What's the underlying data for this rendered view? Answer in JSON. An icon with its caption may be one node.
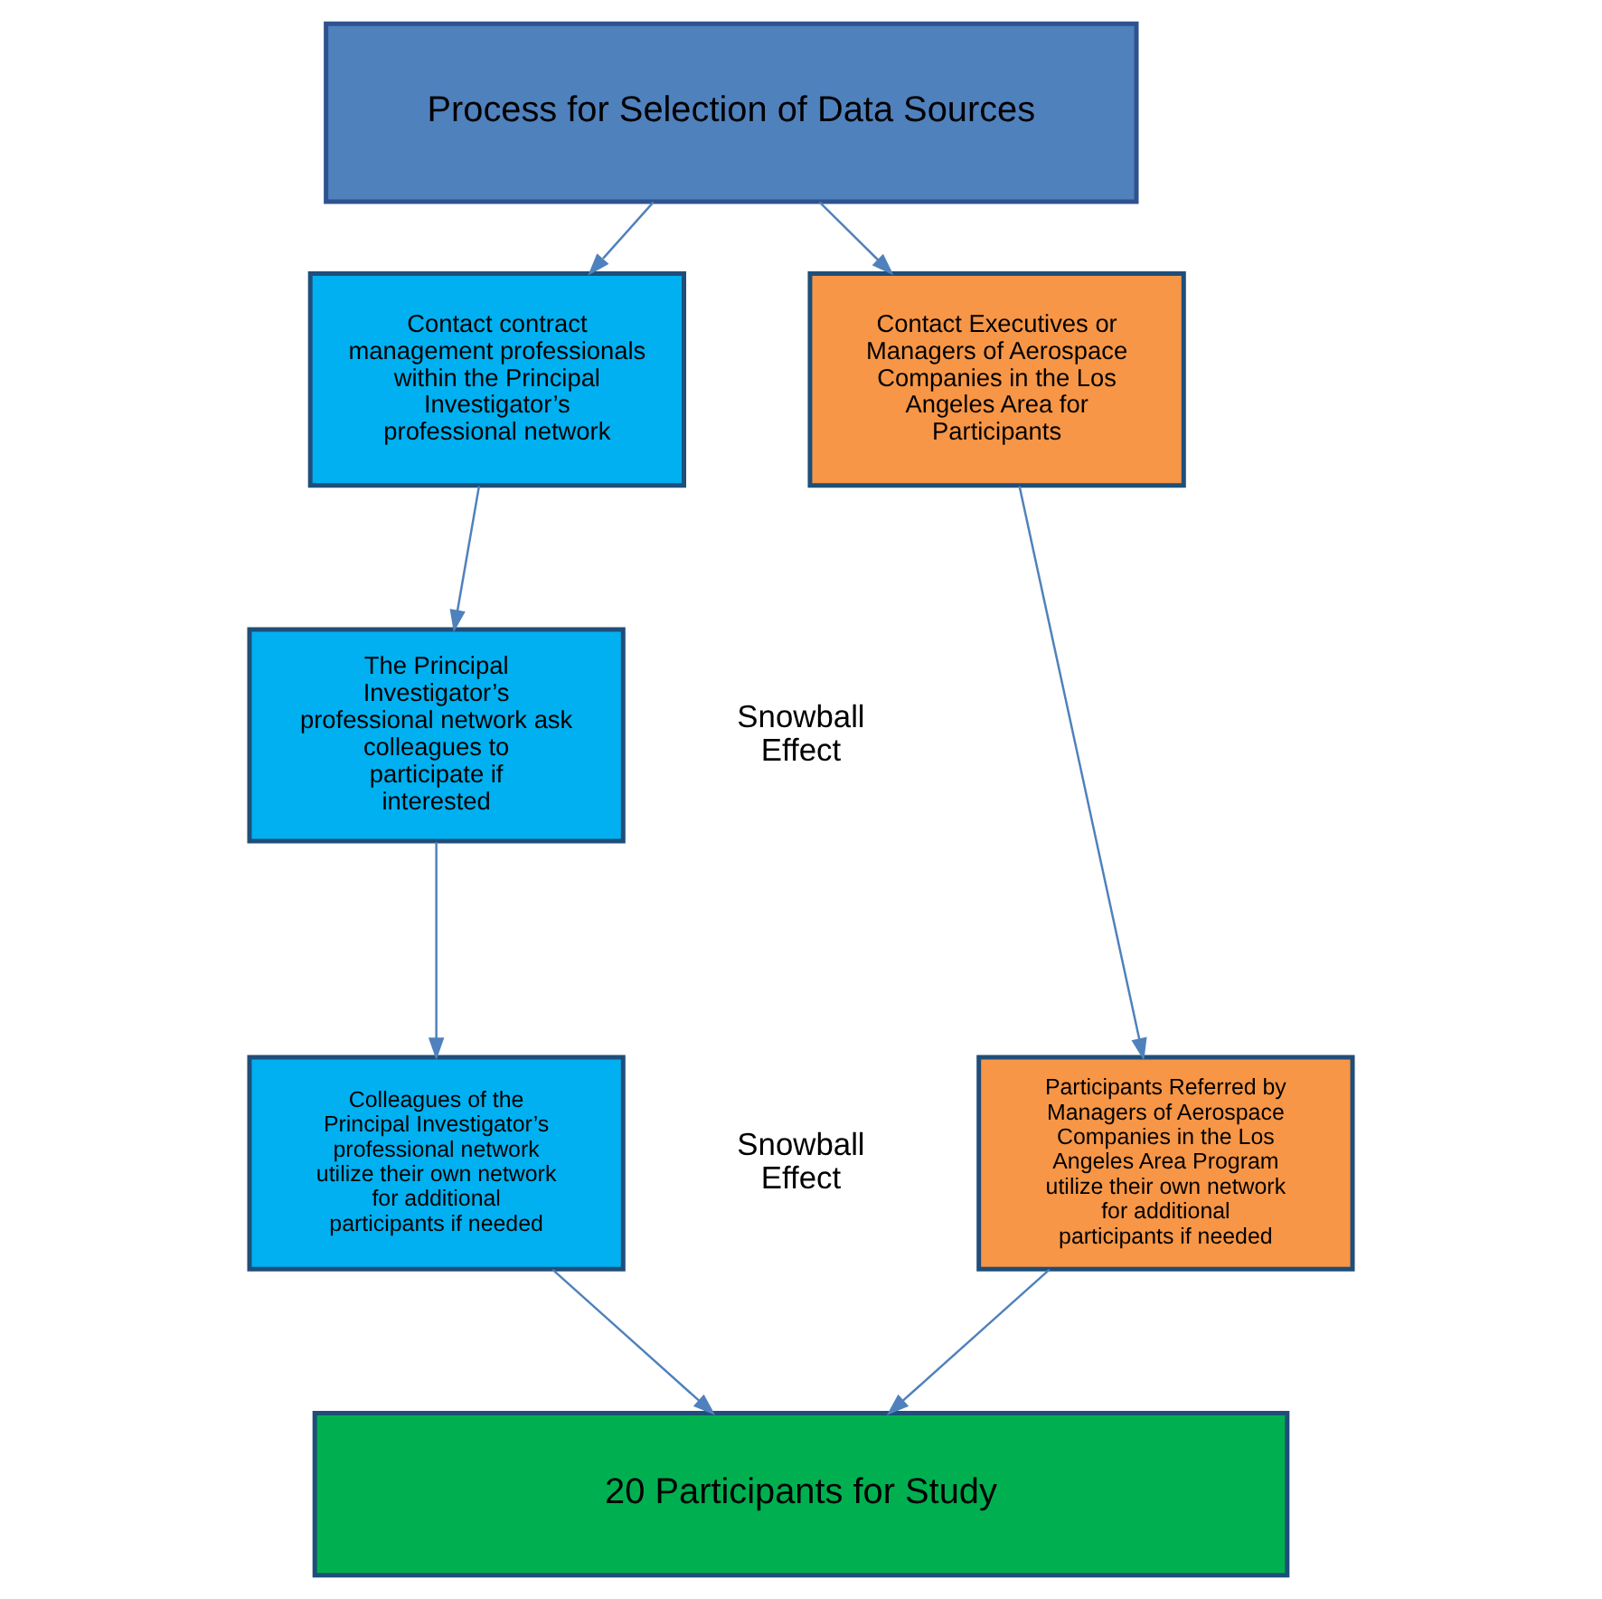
{
  "diagram": {
    "nodes": [
      {
        "text": [
          "Process for Selection of Data Sources"
        ]
      },
      {
        "text": [
          "Contact contract management professionals within the Principal Investigator’s professional network"
        ]
      },
      {
        "text": [
          "The Principal Investigator’s professional network ask colleagues to participate if interested"
        ]
      },
      {
        "text": [
          "Colleagues of the Principal Investigator’s professional network utilize their own network for additional participants if needed"
        ]
      },
      {
        "text": [
          "Contact Executives or Managers of Aerospace Companies in the Los Angeles Area for Participants"
        ]
      },
      {
        "text": [
          "Participants Referred by Managers of Aerospace Companies in the Los Angeles Area Program utilize their own network for additional participants if needed"
        ]
      },
      {
        "text": [
          "20 Participants for Study"
        ]
      }
    ],
    "edges": [
      {
        "from": 0,
        "to": 1,
        "arrow": "to"
      },
      {
        "from": 0,
        "to": 4,
        "arrow": "to"
      },
      {
        "from": 1,
        "to": 2,
        "arrow": "to"
      },
      {
        "from": 2,
        "to": 3,
        "arrow": "to"
      },
      {
        "from": 4,
        "to": 5,
        "arrow": "to"
      },
      {
        "from": 3,
        "to": 6,
        "arrow": "to"
      },
      {
        "from": 5,
        "to": 6,
        "arrow": "to"
      }
    ],
    "labels": [
      "Snowball Effect",
      "Snowball Effect"
    ]
  }
}
